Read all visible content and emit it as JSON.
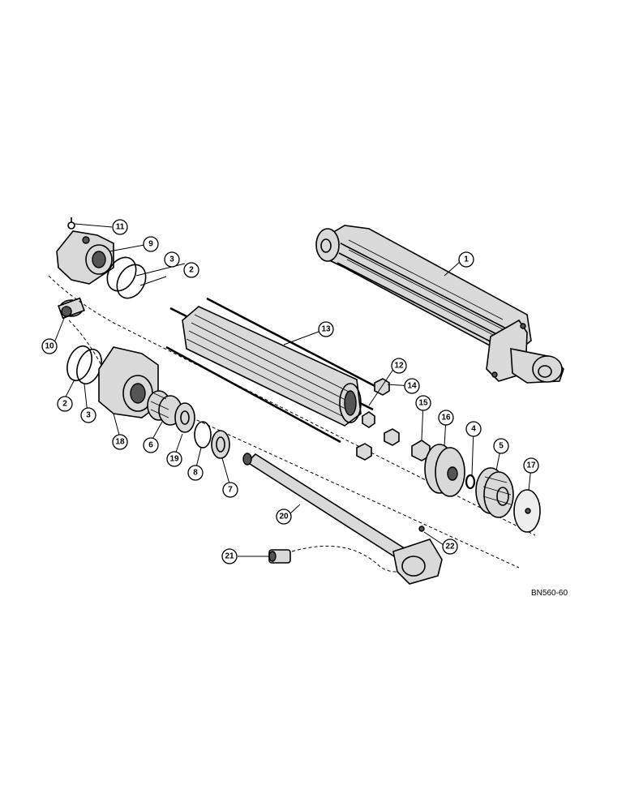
{
  "reference_code": "BN560-60",
  "callouts": [
    {
      "id": "c1",
      "label": "1"
    },
    {
      "id": "c2a",
      "label": "2"
    },
    {
      "id": "c3a",
      "label": "3"
    },
    {
      "id": "c9",
      "label": "9"
    },
    {
      "id": "c11",
      "label": "11"
    },
    {
      "id": "c10",
      "label": "10"
    },
    {
      "id": "c2b",
      "label": "2"
    },
    {
      "id": "c3b",
      "label": "3"
    },
    {
      "id": "c18",
      "label": "18"
    },
    {
      "id": "c6",
      "label": "6"
    },
    {
      "id": "c19",
      "label": "19"
    },
    {
      "id": "c8",
      "label": "8"
    },
    {
      "id": "c7",
      "label": "7"
    },
    {
      "id": "c13",
      "label": "13"
    },
    {
      "id": "c12",
      "label": "12"
    },
    {
      "id": "c14",
      "label": "14"
    },
    {
      "id": "c15",
      "label": "15"
    },
    {
      "id": "c16",
      "label": "16"
    },
    {
      "id": "c4",
      "label": "4"
    },
    {
      "id": "c5",
      "label": "5"
    },
    {
      "id": "c17",
      "label": "17"
    },
    {
      "id": "c20",
      "label": "20"
    },
    {
      "id": "c22",
      "label": "22"
    },
    {
      "id": "c21",
      "label": "21"
    }
  ]
}
